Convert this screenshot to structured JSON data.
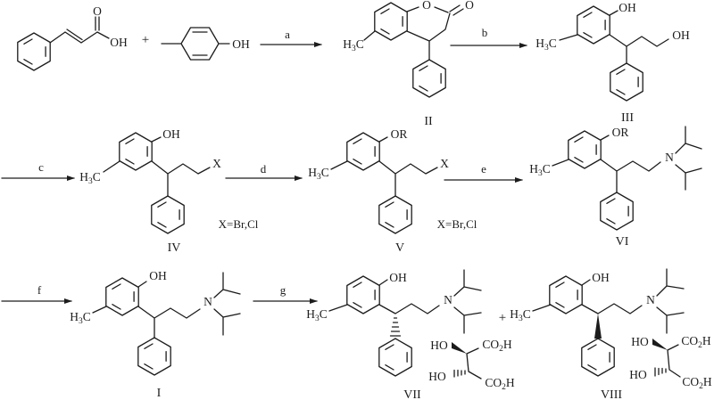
{
  "background": "#ffffff",
  "ink_color": "#1c1c1c",
  "atoms": {
    "o": "O",
    "oh": "OH",
    "ho": "HO",
    "n": "N",
    "x": "X",
    "or_group": "OR",
    "h": "H",
    "sub3": "3",
    "c": "C",
    "co": "CO",
    "sub2": "2"
  },
  "operators": {
    "plus": "+"
  },
  "annotations": {
    "halide_definition": "X=Br,Cl"
  },
  "steps": {
    "a": "a",
    "b": "b",
    "c": "c",
    "d": "d",
    "e": "e",
    "f": "f",
    "g": "g"
  },
  "compounds": {
    "i": "I",
    "ii": "II",
    "iii": "III",
    "iv": "IV",
    "v": "V",
    "vi": "VI",
    "vii": "VII",
    "viii": "VIII"
  }
}
